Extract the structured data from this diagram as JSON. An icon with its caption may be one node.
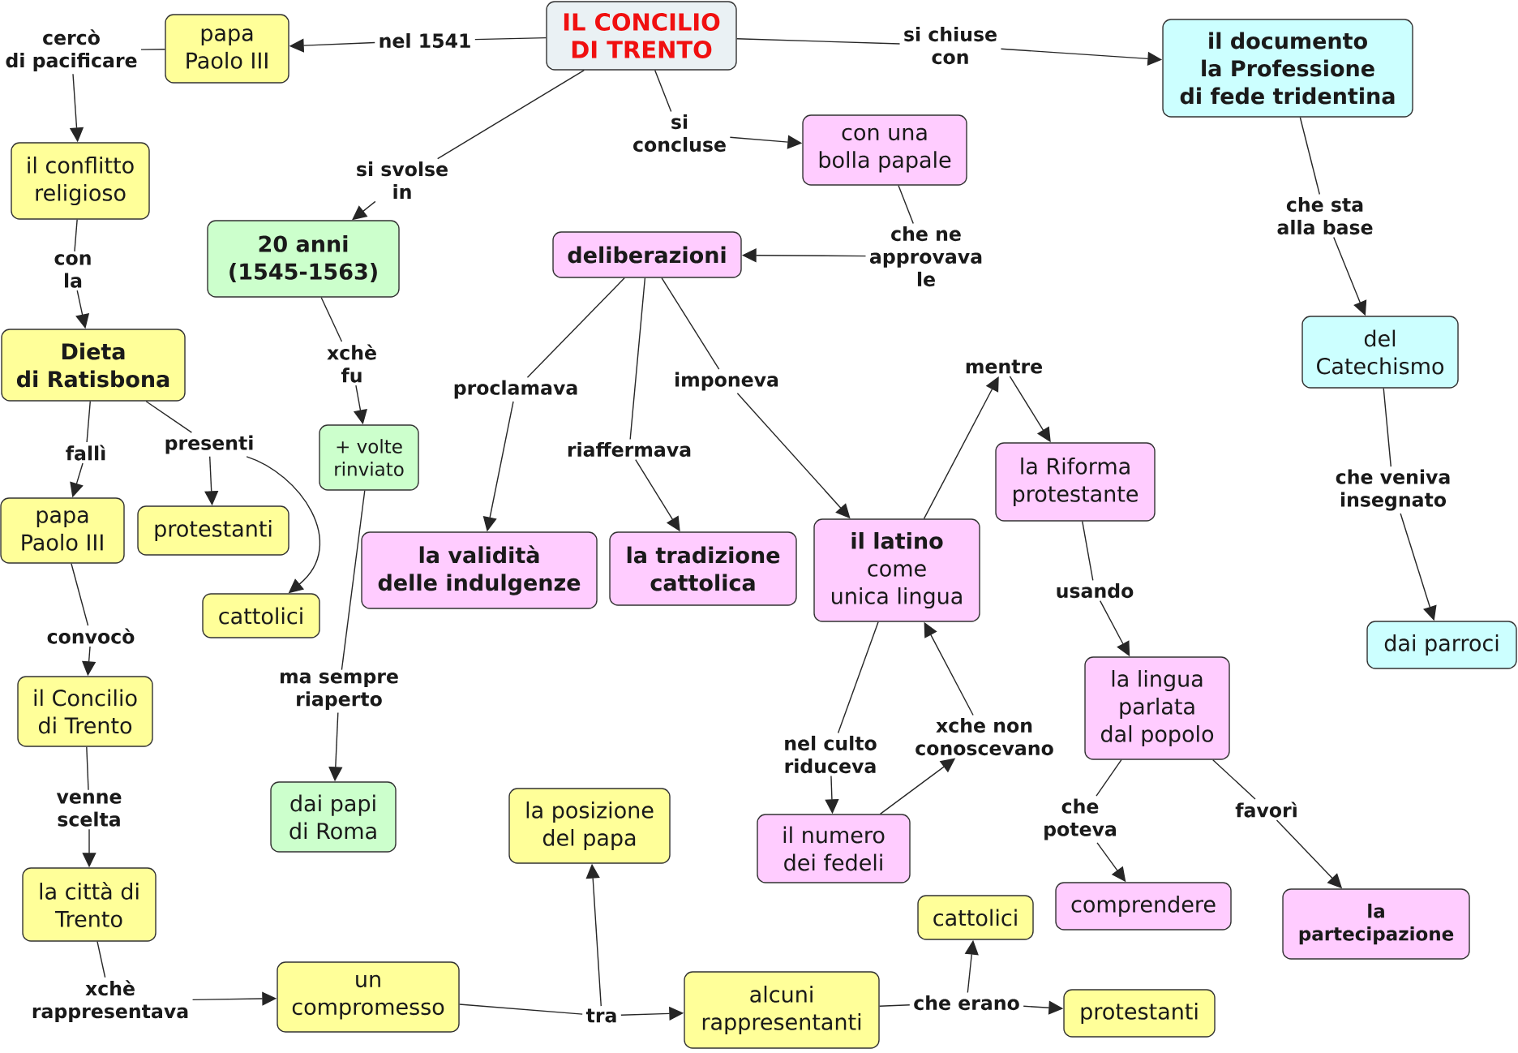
{
  "diagram": {
    "nodes": [
      {
        "text": [
          "cercò di pacificare"
        ]
      },
      {
        "text": [
          "papa Paolo III"
        ]
      },
      {
        "text": [
          "nel 1541"
        ]
      },
      {
        "text": [
          "IL CONCILIO DI TRENTO"
        ]
      },
      {
        "text": [
          "si chiuse con"
        ]
      },
      {
        "text": [
          "il documento la Professione di fede tridentina"
        ]
      },
      {
        "text": [
          "il conflitto religioso"
        ]
      },
      {
        "text": [
          "si svolse in"
        ]
      },
      {
        "text": [
          "si concluse"
        ]
      },
      {
        "text": [
          "con una bolla papale"
        ]
      },
      {
        "text": [
          "che sta alla base"
        ]
      },
      {
        "text": [
          "con la"
        ]
      },
      {
        "text": [
          "20 anni (1545-1563)"
        ]
      },
      {
        "text": [
          "deliberazioni"
        ]
      },
      {
        "text": [
          "che ne approvava le"
        ]
      },
      {
        "text": [
          "Dieta di Ratisbona"
        ]
      },
      {
        "text": [
          "xchè fu"
        ]
      },
      {
        "text": [
          "proclamava"
        ]
      },
      {
        "text": [
          "imponeva"
        ]
      },
      {
        "text": [
          "mentre"
        ]
      },
      {
        "text": [
          "del Catechismo"
        ]
      },
      {
        "text": [
          "fallì"
        ]
      },
      {
        "text": [
          "presenti"
        ]
      },
      {
        "text": [
          "+ volte rinviato"
        ]
      },
      {
        "text": [
          "riaffermava"
        ]
      },
      {
        "text": [
          "la Riforma protestante"
        ]
      },
      {
        "text": [
          "che veniva insegnato"
        ]
      },
      {
        "text": [
          "papa Paolo III"
        ]
      },
      {
        "text": [
          "protestanti"
        ]
      },
      {
        "text": [
          "cattolici"
        ]
      },
      {
        "text": [
          "la validità delle indulgenze"
        ]
      },
      {
        "text": [
          "la tradizione cattolica"
        ]
      },
      {
        "text": [
          "**il latino** come unica lingua"
        ]
      },
      {
        "text": [
          "usando"
        ]
      },
      {
        "text": [
          "dai parroci"
        ]
      },
      {
        "text": [
          "convocò"
        ]
      },
      {
        "text": [
          "il Concilio di Trento"
        ]
      },
      {
        "text": [
          "ma sempre riaperto"
        ]
      },
      {
        "text": [
          "nel culto riduceva"
        ]
      },
      {
        "text": [
          "xche non conoscevano"
        ]
      },
      {
        "text": [
          "la lingua parlata dal popolo"
        ]
      },
      {
        "text": [
          "venne scelta"
        ]
      },
      {
        "text": [
          "dai papi di Roma"
        ]
      },
      {
        "text": [
          "la posizione del papa"
        ]
      },
      {
        "text": [
          "il numero dei fedeli"
        ]
      },
      {
        "text": [
          "che poteva"
        ]
      },
      {
        "text": [
          "favorì"
        ]
      },
      {
        "text": [
          "la città di Trento"
        ]
      },
      {
        "text": [
          "cattolici"
        ]
      },
      {
        "text": [
          "comprendere"
        ]
      },
      {
        "text": [
          "la partecipazione"
        ]
      },
      {
        "text": [
          "xchè rappresentava"
        ]
      },
      {
        "text": [
          "un compromesso"
        ]
      },
      {
        "text": [
          "tra"
        ]
      },
      {
        "text": [
          "alcuni rappresentanti"
        ]
      },
      {
        "text": [
          "che erano"
        ]
      },
      {
        "text": [
          "protestanti"
        ]
      }
    ],
    "edges": [
      {
        "from": 3,
        "to": 2,
        "arrow": "none"
      },
      {
        "from": 2,
        "to": 1,
        "arrow": "to"
      },
      {
        "from": 1,
        "to": 0,
        "arrow": "none"
      },
      {
        "from": 0,
        "to": 6,
        "arrow": "to"
      },
      {
        "from": 3,
        "to": 4,
        "arrow": "none"
      },
      {
        "from": 4,
        "to": 5,
        "arrow": "to"
      },
      {
        "from": 3,
        "to": 8,
        "arrow": "none"
      },
      {
        "from": 8,
        "to": 9,
        "arrow": "to"
      },
      {
        "from": 3,
        "to": 7,
        "arrow": "none"
      },
      {
        "from": 7,
        "to": 12,
        "arrow": "to"
      },
      {
        "from": 6,
        "to": 11,
        "arrow": "none"
      },
      {
        "from": 11,
        "to": 15,
        "arrow": "to"
      },
      {
        "from": 9,
        "to": 14,
        "arrow": "none"
      },
      {
        "from": 14,
        "to": 13,
        "arrow": "to"
      },
      {
        "from": 5,
        "to": 10,
        "arrow": "none"
      },
      {
        "from": 10,
        "to": 20,
        "arrow": "to"
      },
      {
        "from": 12,
        "to": 16,
        "arrow": "none"
      },
      {
        "from": 16,
        "to": 23,
        "arrow": "to"
      },
      {
        "from": 13,
        "to": 17,
        "arrow": "none"
      },
      {
        "from": 17,
        "to": 30,
        "arrow": "to"
      },
      {
        "from": 13,
        "to": 24,
        "arrow": "none"
      },
      {
        "from": 24,
        "to": 31,
        "arrow": "to"
      },
      {
        "from": 13,
        "to": 18,
        "arrow": "none"
      },
      {
        "from": 18,
        "to": 32,
        "arrow": "to"
      },
      {
        "from": 32,
        "to": 19,
        "arrow": "to"
      },
      {
        "from": 19,
        "to": 25,
        "arrow": "to"
      },
      {
        "from": 15,
        "to": 21,
        "arrow": "none"
      },
      {
        "from": 21,
        "to": 27,
        "arrow": "to"
      },
      {
        "from": 15,
        "to": 22,
        "arrow": "none"
      },
      {
        "from": 22,
        "to": 28,
        "arrow": "to"
      },
      {
        "from": 22,
        "to": 29,
        "arrow": "to"
      },
      {
        "from": 20,
        "to": 26,
        "arrow": "none"
      },
      {
        "from": 26,
        "to": 34,
        "arrow": "to"
      },
      {
        "from": 25,
        "to": 33,
        "arrow": "none"
      },
      {
        "from": 33,
        "to": 40,
        "arrow": "to"
      },
      {
        "from": 27,
        "to": 35,
        "arrow": "none"
      },
      {
        "from": 35,
        "to": 36,
        "arrow": "to"
      },
      {
        "from": 23,
        "to": 37,
        "arrow": "none"
      },
      {
        "from": 37,
        "to": 42,
        "arrow": "to"
      },
      {
        "from": 32,
        "to": 38,
        "arrow": "none"
      },
      {
        "from": 38,
        "to": 44,
        "arrow": "to"
      },
      {
        "from": 44,
        "to": 39,
        "arrow": "to"
      },
      {
        "from": 39,
        "to": 32,
        "arrow": "to"
      },
      {
        "from": 40,
        "to": 45,
        "arrow": "none"
      },
      {
        "from": 45,
        "to": 49,
        "arrow": "to"
      },
      {
        "from": 40,
        "to": 46,
        "arrow": "none"
      },
      {
        "from": 46,
        "to": 50,
        "arrow": "to"
      },
      {
        "from": 36,
        "to": 41,
        "arrow": "none"
      },
      {
        "from": 41,
        "to": 47,
        "arrow": "to"
      },
      {
        "from": 47,
        "to": 51,
        "arrow": "none"
      },
      {
        "from": 51,
        "to": 52,
        "arrow": "to"
      },
      {
        "from": 52,
        "to": 53,
        "arrow": "none"
      },
      {
        "from": 53,
        "to": 43,
        "arrow": "to"
      },
      {
        "from": 53,
        "to": 54,
        "arrow": "to"
      },
      {
        "from": 54,
        "to": 55,
        "arrow": "none"
      },
      {
        "from": 55,
        "to": 48,
        "arrow": "to"
      },
      {
        "from": 55,
        "to": 56,
        "arrow": "to"
      }
    ]
  }
}
